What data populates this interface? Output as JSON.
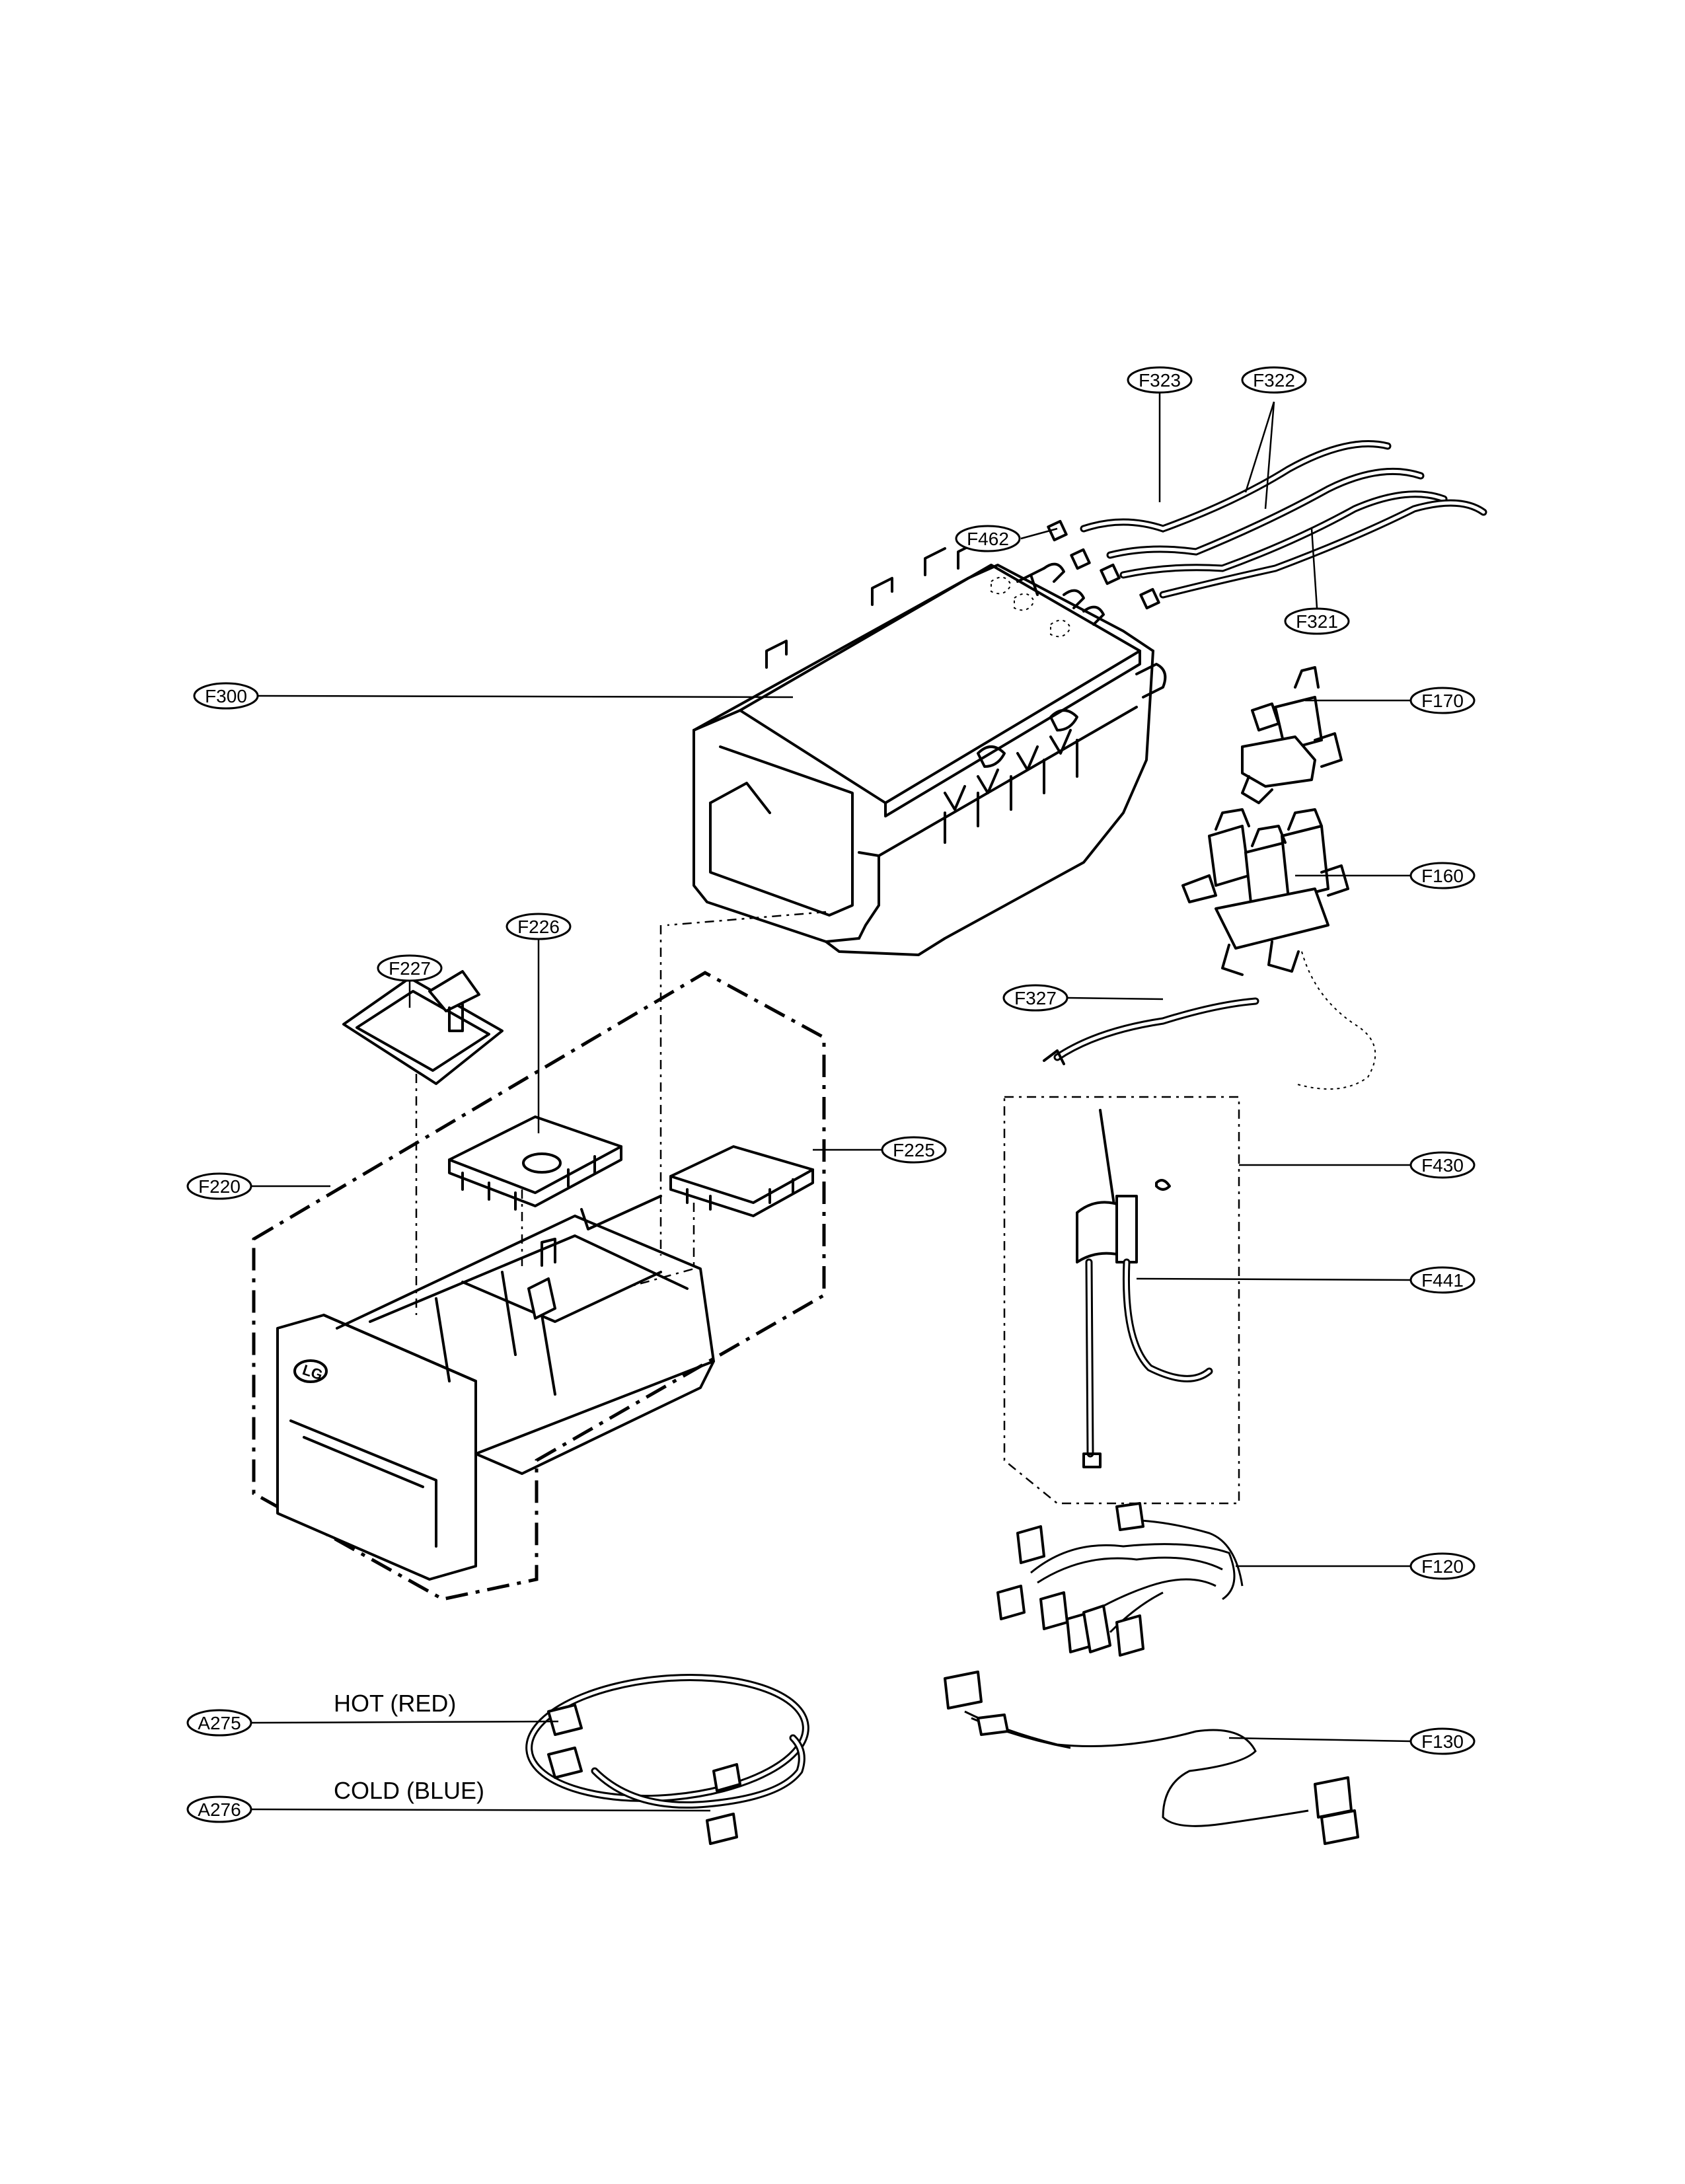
{
  "diagram": {
    "callouts": [
      {
        "id": "F323",
        "label": "F323"
      },
      {
        "id": "F322",
        "label": "F322"
      },
      {
        "id": "F462",
        "label": "F462"
      },
      {
        "id": "F321",
        "label": "F321"
      },
      {
        "id": "F300",
        "label": "F300"
      },
      {
        "id": "F170",
        "label": "F170"
      },
      {
        "id": "F160",
        "label": "F160"
      },
      {
        "id": "F227",
        "label": "F227"
      },
      {
        "id": "F226",
        "label": "F226"
      },
      {
        "id": "F327",
        "label": "F327"
      },
      {
        "id": "F225",
        "label": "F225"
      },
      {
        "id": "F220",
        "label": "F220"
      },
      {
        "id": "F430",
        "label": "F430"
      },
      {
        "id": "F441",
        "label": "F441"
      },
      {
        "id": "F120",
        "label": "F120"
      },
      {
        "id": "F130",
        "label": "F130"
      },
      {
        "id": "A275",
        "label": "A275"
      },
      {
        "id": "A276",
        "label": "A276"
      }
    ],
    "hose_labels": {
      "hot": "HOT (RED)",
      "cold": "COLD (BLUE)"
    },
    "logo_text": "LG"
  }
}
